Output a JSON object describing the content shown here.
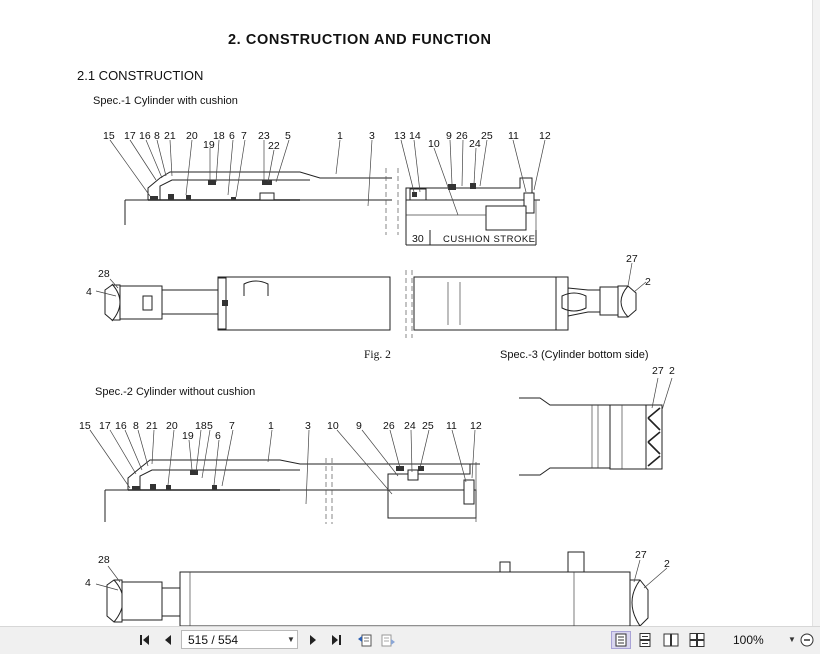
{
  "document": {
    "heading": "2.   CONSTRUCTION AND FUNCTION",
    "section": "2.1  CONSTRUCTION",
    "spec1": "Spec.-1   Cylinder with cushion",
    "spec2": "Spec.-2   Cylinder without cushion",
    "spec3": "Spec.-3   (Cylinder bottom side)",
    "figure_caption": "Fig. 2",
    "cushion_value": "30",
    "cushion_label": "CUSHION STROKE",
    "callouts_spec1_left": [
      "15",
      "17",
      "16",
      "8",
      "21",
      "20",
      "18",
      "6",
      "7",
      "19",
      "23",
      "22",
      "5",
      "1",
      "3"
    ],
    "callouts_spec1_right": [
      "13",
      "14",
      "10",
      "9",
      "26",
      "24",
      "25",
      "11",
      "12"
    ],
    "callouts_spec1_ext": [
      "28",
      "4",
      "27",
      "2"
    ],
    "callouts_spec2": [
      "15",
      "17",
      "16",
      "8",
      "21",
      "20",
      "19",
      "18",
      "5",
      "6",
      "7",
      "1",
      "3",
      "10",
      "9",
      "26",
      "24",
      "25",
      "11",
      "12"
    ],
    "callouts_spec2_ext": [
      "28",
      "4",
      "27",
      "2"
    ],
    "callouts_spec3": [
      "27",
      "2"
    ]
  },
  "toolbar": {
    "first_page_icon": "first-page-icon",
    "prev_page_icon": "prev-page-icon",
    "page_value": "515 / 554",
    "next_page_icon": "next-page-icon",
    "last_page_icon": "last-page-icon",
    "prev_view_icon": "previous-view-icon",
    "next_view_icon": "next-view-icon",
    "view_modes": [
      "single-page-icon",
      "continuous-icon",
      "facing-icon",
      "continuous-facing-icon"
    ],
    "zoom_value": "100%",
    "zoom_out_icon": "zoom-out-icon"
  },
  "colors": {
    "toolbar_bg": "#f0f0f0",
    "active_view_bg": "#d9d6ef",
    "page_bg": "#ffffff"
  }
}
